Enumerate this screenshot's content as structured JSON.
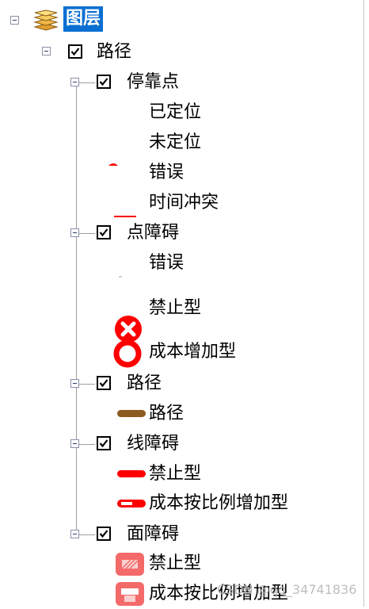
{
  "tree": {
    "root": {
      "label": "图层"
    },
    "route_group": {
      "label": "路径"
    },
    "stops": {
      "label": "停靠点",
      "items": [
        "已定位",
        "未定位",
        "错误",
        "时间冲突"
      ]
    },
    "point_barriers": {
      "label": "点障碍",
      "items": [
        "错误",
        "禁止型",
        "成本增加型"
      ]
    },
    "routes": {
      "label": "路径",
      "items": [
        "路径"
      ]
    },
    "line_barriers": {
      "label": "线障碍",
      "items": [
        "禁止型",
        "成本按比例增加型"
      ]
    },
    "polygon_barriers": {
      "label": "面障碍",
      "items": [
        "禁止型",
        "成本按比例增加型"
      ]
    }
  },
  "watermark": "CSDN @qq_34741836",
  "colors": {
    "selection": "#0a6fd2",
    "red": "#ff0000",
    "brown": "#8b5a1e",
    "polygon_red": "#f46a6a"
  }
}
